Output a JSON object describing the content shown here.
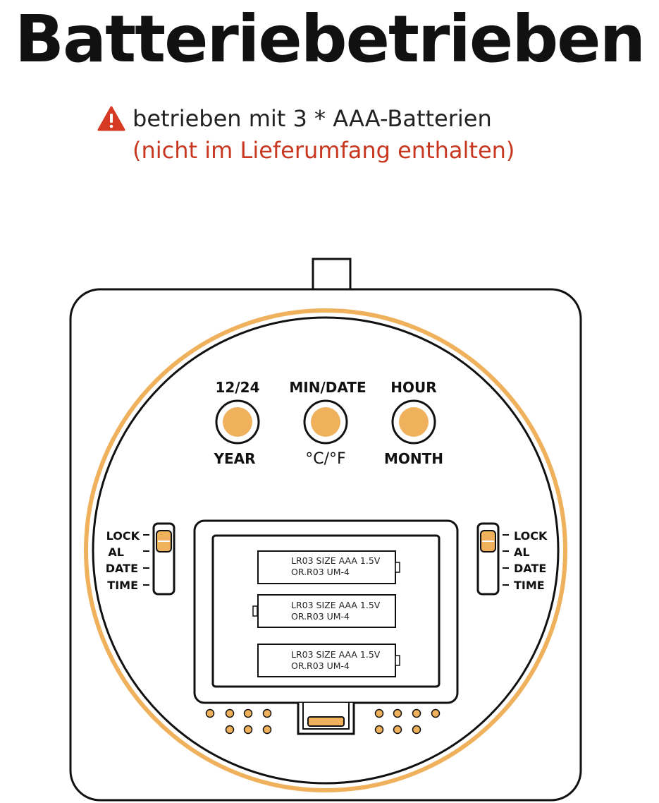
{
  "title": "Batteriebetrieben",
  "warning": {
    "icon": "warning-triangle-icon",
    "icon_color": "#d63a22",
    "text": "betrieben mit 3 * AAA-Batterien",
    "note": "(nicht im Lieferumfang enthalten)",
    "note_color": "#c8371f"
  },
  "device": {
    "accent_color": "#f0b15d",
    "buttons": [
      {
        "top_label": "12/24",
        "bottom_label": "YEAR"
      },
      {
        "top_label": "MIN/DATE",
        "bottom_label": "°C/°F"
      },
      {
        "top_label": "HOUR",
        "bottom_label": "MONTH"
      }
    ],
    "left_switch": {
      "labels": [
        "LOCK",
        "AL",
        "DATE",
        "TIME"
      ]
    },
    "right_switch": {
      "labels": [
        "LOCK",
        "AL",
        "DATE",
        "TIME"
      ]
    },
    "batteries": [
      {
        "line1": "LR03 SIZE AAA 1.5V",
        "line2": "OR.R03 UM-4"
      },
      {
        "line1": "LR03 SIZE AAA 1.5V",
        "line2": "OR.R03 UM-4"
      },
      {
        "line1": "LR03 SIZE AAA 1.5V",
        "line2": "OR.R03 UM-4"
      }
    ]
  }
}
